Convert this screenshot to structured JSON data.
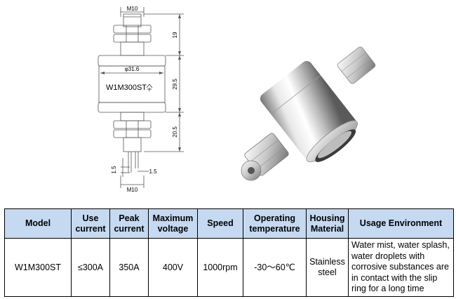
{
  "drawing": {
    "dims": {
      "top_thread": "M10",
      "upper_length": "19",
      "diameter": "φ31.6",
      "body_length": "29.5",
      "lower_length": "20.5",
      "pin_height": "1.5",
      "pin_gap": "1.5",
      "bottom_thread": "M10"
    },
    "body_label": "W1M300ST"
  },
  "table": {
    "headers": [
      "Model",
      "Use current",
      "Peak current",
      "Maximum voltage",
      "Speed",
      "Operating temperature",
      "Housing Material",
      "Usage Environment"
    ],
    "row": [
      "W1M300ST",
      "≤300A",
      "350A",
      "400V",
      "1000rpm",
      "-30～60℃",
      "Stainless steel",
      "Water mist, water splash, water droplets with corrosive substances are in contact with the slip ring for a long time"
    ]
  }
}
